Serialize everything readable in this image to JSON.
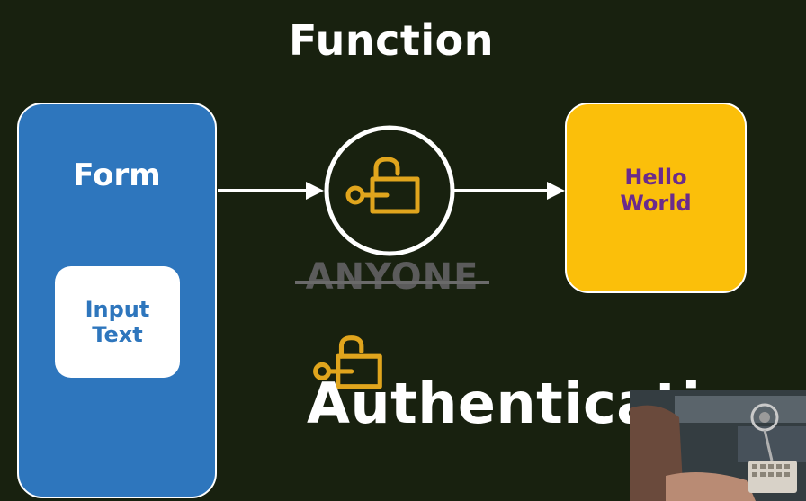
{
  "title": "Function",
  "form": {
    "label": "Form"
  },
  "input": {
    "label": "Input\nText"
  },
  "output": {
    "label": "Hello\nWorld"
  },
  "access": {
    "label": "ANYONE"
  },
  "auth": {
    "label": "Authenticati"
  },
  "icons": {
    "function_lock": "open-lock-key-icon",
    "auth_lock": "open-lock-key-icon"
  },
  "colors": {
    "background": "#18210f",
    "form_blue": "#2e76bd",
    "output_yellow": "#fbbf0a",
    "output_text": "#6b2b8c",
    "lock_gold": "#e0a51d"
  }
}
